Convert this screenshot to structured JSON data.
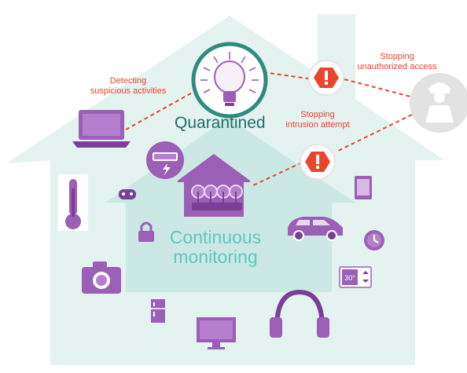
{
  "labels": {
    "detecting_line1": "Detecting",
    "detecting_line2": "suspicious activities",
    "quarantined": "Quarantined",
    "stopping_unauth_line1": "Stopping",
    "stopping_unauth_line2": "unauthorized access",
    "stopping_intrusion_line1": "Stopping",
    "stopping_intrusion_line2": "intrusion attempt",
    "monitoring_line1": "Continuous",
    "monitoring_line2": "monitoring",
    "thermostat_readout": "30°"
  },
  "colors": {
    "house_outer": "#dff0ee",
    "house_inner": "#c8e7e3",
    "device_purple": "#9b5fb5",
    "alert_red": "#e8452e",
    "quarantine_ring": "#2e8b7e",
    "monitoring_text": "#5fc8bd",
    "intruder_gray": "#d6d6d6"
  },
  "icons": [
    "laptop-icon",
    "light-bulb-icon",
    "alert-icon",
    "intruder-icon",
    "smart-meter-icon",
    "gamepad-icon",
    "thermometer-icon",
    "router-icon",
    "tablet-icon",
    "car-icon",
    "clock-icon",
    "lock-icon",
    "camera-icon",
    "fridge-icon",
    "monitor-icon",
    "headphones-icon",
    "thermostat-icon"
  ]
}
